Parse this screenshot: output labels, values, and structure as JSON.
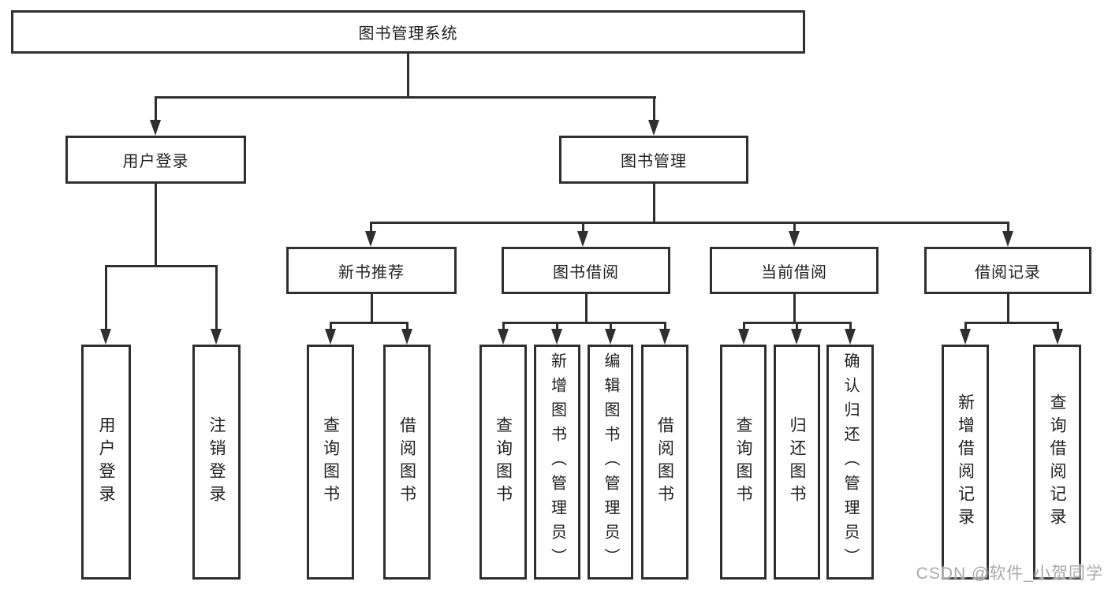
{
  "nodes": {
    "root": "图书管理系统",
    "user_login": "用户登录",
    "book_mgmt": "图书管理",
    "new_book_rec": "新书推荐",
    "book_borrow": "图书借阅",
    "current_borrow": "当前借阅",
    "borrow_record": "借阅记录",
    "leaf_user_login": "用户登录",
    "leaf_logout": "注销登录",
    "leaf_query_book_rec": "查询图书",
    "leaf_borrow_book_rec": "借阅图书",
    "leaf_query_book_borrow": "查询图书",
    "leaf_add_book": "新增图书（管理员）",
    "leaf_edit_book": "编辑图书（管理员）",
    "leaf_borrow_book_borrow": "借阅图书",
    "leaf_query_book_current": "查询图书",
    "leaf_return_book": "归还图书",
    "leaf_confirm_return": "确认归还（管理员）",
    "leaf_add_borrow_record": "新增借阅记录",
    "leaf_query_borrow_record": "查询借阅记录"
  },
  "watermark": "CSDN @软件_小贺同学",
  "colors": {
    "line": "#2f2f2f",
    "text": "#1f1f1f",
    "watermark": "#ababab",
    "background": "#ffffff"
  }
}
